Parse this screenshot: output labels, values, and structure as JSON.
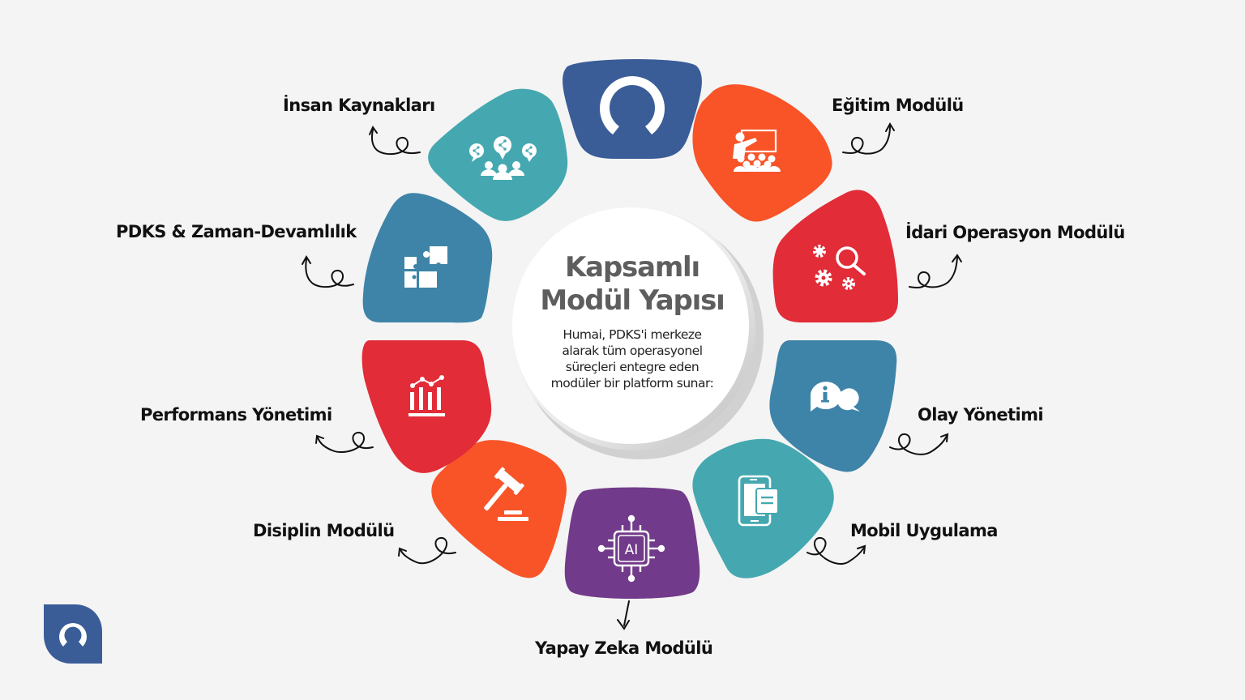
{
  "center": {
    "title_line1": "Kapsamlı",
    "title_line2": "Modül Yapısı",
    "description": "Humai, PDKS'i merkeze alarak tüm operasyonel süreçleri entegre eden modüler bir platform sunar:"
  },
  "colors": {
    "background": "#f4f4f4",
    "brand_blue": "#3a5d98",
    "teal": "#45a8b0",
    "steel_blue": "#3e84a8",
    "orange": "#f85428",
    "red": "#e22c38",
    "purple": "#723a8a",
    "text_dark": "#111111",
    "title_gray": "#5e5e5e"
  },
  "segments": [
    {
      "position": "top",
      "label": "",
      "icon": "humai-logo-icon",
      "color": "#3a5d98"
    },
    {
      "position": "top-right",
      "label": "Eğitim Modülü",
      "icon": "training-presentation-icon",
      "color": "#f85428"
    },
    {
      "position": "right-upper",
      "label": "İdari Operasyon Modülü",
      "icon": "gears-search-icon",
      "color": "#e22c38"
    },
    {
      "position": "right-lower",
      "label": "Olay Yönetimi",
      "icon": "info-chat-icon",
      "color": "#3e84a8"
    },
    {
      "position": "bottom-right",
      "label": "Mobil Uygulama",
      "icon": "mobile-app-icon",
      "color": "#45a8b0"
    },
    {
      "position": "bottom",
      "label": "Yapay Zeka Modülü",
      "icon": "ai-chip-icon",
      "color": "#723a8a",
      "chip_text": "AI"
    },
    {
      "position": "bottom-left",
      "label": "Disiplin Modülü",
      "icon": "gavel-icon",
      "color": "#f85428"
    },
    {
      "position": "left-lower",
      "label": "Performans Yönetimi",
      "icon": "bar-chart-growth-icon",
      "color": "#e22c38"
    },
    {
      "position": "left-upper",
      "label": "PDKS & Zaman-Devamlılık",
      "icon": "puzzle-icon",
      "color": "#3e84a8"
    },
    {
      "position": "top-left",
      "label": "İnsan Kaynakları",
      "icon": "team-share-icon",
      "color": "#45a8b0"
    }
  ],
  "brand": {
    "corner_logo": "humai-logo-icon"
  }
}
